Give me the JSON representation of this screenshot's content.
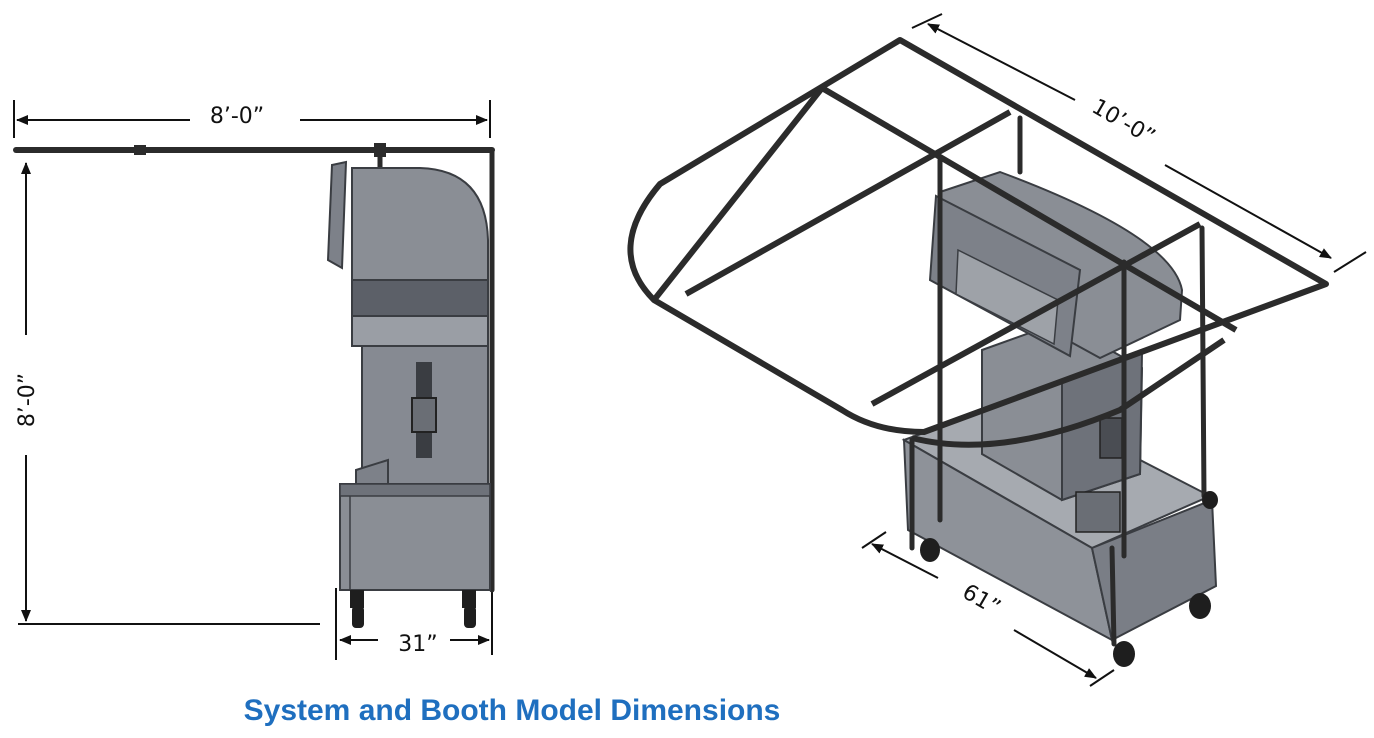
{
  "caption": "System and Booth Model Dimensions",
  "side_view": {
    "width_label": "8’-0”",
    "height_label": "8’-0”",
    "depth_label": "31”"
  },
  "iso_view": {
    "length_label": "10’-0”",
    "depth_label": "61”"
  },
  "colors": {
    "caption": "#1f6fbf",
    "frame": "#2b2b2b",
    "booth": "#8a8e95",
    "booth_dark": "#5c6068"
  }
}
